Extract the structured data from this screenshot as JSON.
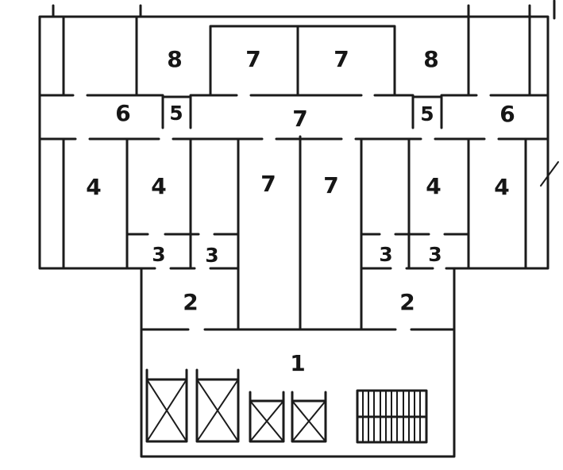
{
  "drawing": {
    "type": "hand-drawn floor plan",
    "background": "#ffffff",
    "line_color": "#1b1b1b",
    "label_color": "#161616"
  },
  "icons": {
    "elevator_shaft": "box-with-diagonal-cross",
    "staircase": "box-with-vertical-hatching"
  },
  "features": {
    "elevator_shafts": 4,
    "staircases": 1
  },
  "labels": [
    {
      "id": "room-8-upper-left",
      "text": "8"
    },
    {
      "id": "room-7-upper-left",
      "text": "7"
    },
    {
      "id": "room-7-upper-right",
      "text": "7"
    },
    {
      "id": "room-8-upper-right",
      "text": "8"
    },
    {
      "id": "room-6-left",
      "text": "6"
    },
    {
      "id": "room-5-left",
      "text": "5"
    },
    {
      "id": "corridor-7-center",
      "text": "7"
    },
    {
      "id": "room-5-right",
      "text": "5"
    },
    {
      "id": "room-6-right",
      "text": "6"
    },
    {
      "id": "room-4-far-left",
      "text": "4"
    },
    {
      "id": "room-4-left",
      "text": "4"
    },
    {
      "id": "room-7-mid-left",
      "text": "7"
    },
    {
      "id": "room-7-mid-right",
      "text": "7"
    },
    {
      "id": "room-4-right",
      "text": "4"
    },
    {
      "id": "room-4-far-right",
      "text": "4"
    },
    {
      "id": "room-3-left-outer",
      "text": "3"
    },
    {
      "id": "room-3-left-inner",
      "text": "3"
    },
    {
      "id": "room-3-right-inner",
      "text": "3"
    },
    {
      "id": "room-3-right-outer",
      "text": "3"
    },
    {
      "id": "corridor-2-left",
      "text": "2"
    },
    {
      "id": "corridor-2-right",
      "text": "2"
    },
    {
      "id": "corridor-1",
      "text": "1"
    }
  ]
}
